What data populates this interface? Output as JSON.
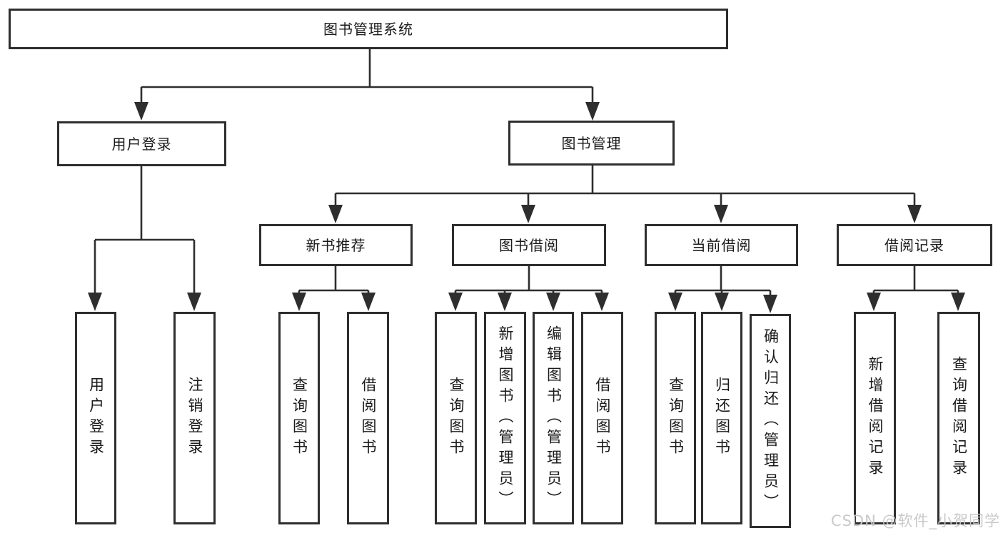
{
  "watermark": "CSDN @软件_小贺同学",
  "colors": {
    "line": "#2e2e2e",
    "text": "#1a1a1a",
    "background": "#ffffff",
    "watermark": "#c7c7c7"
  },
  "tree": {
    "label": "图书管理系统",
    "children": [
      {
        "label": "用户登录",
        "children": [
          {
            "label": "用户登录"
          },
          {
            "label": "注销登录"
          }
        ]
      },
      {
        "label": "图书管理",
        "children": [
          {
            "label": "新书推荐",
            "children": [
              {
                "label": "查询图书"
              },
              {
                "label": "借阅图书"
              }
            ]
          },
          {
            "label": "图书借阅",
            "children": [
              {
                "label": "查询图书"
              },
              {
                "label": "新增图书（管理员）"
              },
              {
                "label": "编辑图书（管理员）"
              },
              {
                "label": "借阅图书"
              }
            ]
          },
          {
            "label": "当前借阅",
            "children": [
              {
                "label": "查询图书"
              },
              {
                "label": "归还图书"
              },
              {
                "label": "确认归还（管理员）"
              }
            ]
          },
          {
            "label": "借阅记录",
            "children": [
              {
                "label": "新增借阅记录"
              },
              {
                "label": "查询借阅记录"
              }
            ]
          }
        ]
      }
    ]
  }
}
